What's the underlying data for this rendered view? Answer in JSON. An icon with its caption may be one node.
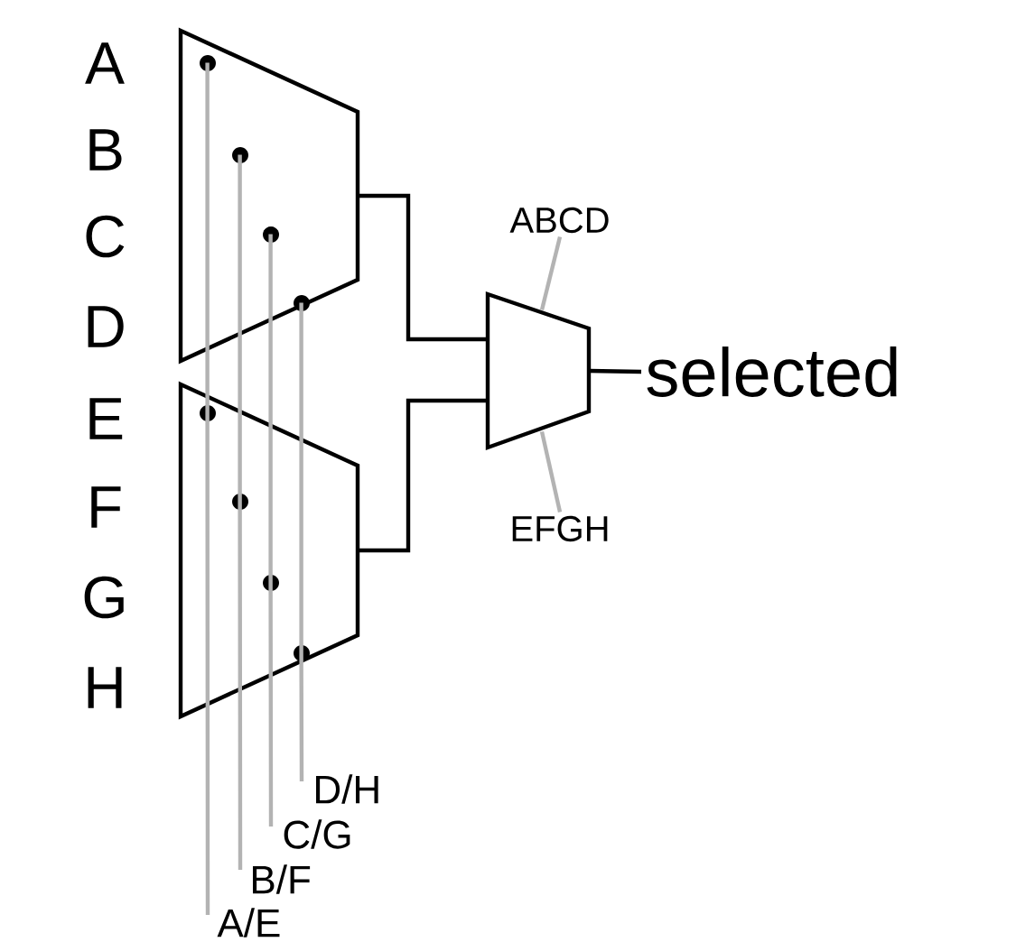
{
  "diagram": {
    "nodes": [
      {
        "text": [],
        "shape": "trapezoid"
      },
      {
        "text": [],
        "shape": "trapezoid"
      },
      {
        "text": [],
        "shape": "trapezoid"
      },
      {
        "text": [
          "selected"
        ]
      },
      {
        "text": [
          "ABCD"
        ]
      },
      {
        "text": [
          "EFGH"
        ]
      },
      {
        "text": [
          "D/H"
        ]
      },
      {
        "text": [
          "C/G"
        ]
      },
      {
        "text": [
          "B/F"
        ]
      },
      {
        "text": [
          "A/E"
        ]
      }
    ],
    "edges": [
      {
        "from": 0,
        "to": 2,
        "arrow": "none",
        "color": "#000000"
      },
      {
        "from": 1,
        "to": 2,
        "arrow": "none",
        "color": "#000000"
      },
      {
        "from": 2,
        "to": 3,
        "arrow": "none",
        "color": "#000000"
      },
      {
        "from": 4,
        "to": 2,
        "arrow": "none"
      },
      {
        "from": 5,
        "to": 2,
        "arrow": "none"
      },
      {
        "from": 6,
        "to": 0,
        "arrow": "none"
      },
      {
        "from": 6,
        "to": 1,
        "arrow": "none"
      },
      {
        "from": 7,
        "to": 0,
        "arrow": "none"
      },
      {
        "from": 7,
        "to": 1,
        "arrow": "none"
      },
      {
        "from": 8,
        "to": 0,
        "arrow": "none"
      },
      {
        "from": 8,
        "to": 1,
        "arrow": "none"
      },
      {
        "from": 9,
        "to": 0,
        "arrow": "none"
      },
      {
        "from": 9,
        "to": 1,
        "arrow": "none"
      }
    ],
    "labels": [
      "A",
      "B",
      "C",
      "D",
      "E",
      "F",
      "G",
      "H"
    ]
  }
}
